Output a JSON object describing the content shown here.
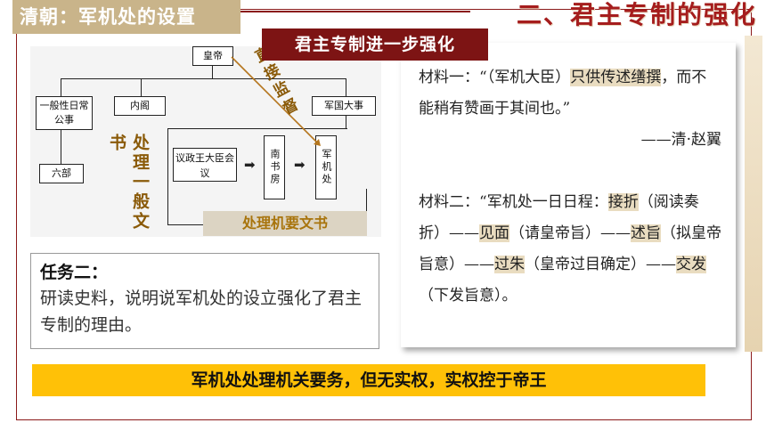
{
  "header": {
    "left_title": "清朝：军机处的设置",
    "section_title": "二、君主专制的强化"
  },
  "banner": "君主专制进一步强化",
  "diagram": {
    "emperor": "皇帝",
    "branch_left": "一般性日常公事",
    "inner_cabinet": "内阁",
    "grand_affairs": "军国大事",
    "six_ministries": "六部",
    "council": "议政王大臣会议",
    "south_study": "南书房",
    "grand_council": "军机处",
    "handle_general": "处理一般文书",
    "handle_key": "处理机要文书",
    "direct_supervision": "直接监督"
  },
  "task": {
    "title": "任务二：",
    "body": "研读史料，说明说军机处的设立强化了君主专制的理由。"
  },
  "material1": {
    "intro": "材料一：“（军机大臣）",
    "hl1": "只供传述缮撰",
    "mid": "，而不能稍有赞画于其间也",
    "end": "。”",
    "source": "——清·赵翼"
  },
  "material2": {
    "intro": "材料二：“军机处一日日程：",
    "s1": "接折",
    "t1": "（阅读奏折）——",
    "s2": "见面",
    "t2": "（请皇帝旨）——",
    "s3": "述旨",
    "t3": "（拟皇帝旨意）——",
    "s4": "过朱",
    "t4": "（皇帝过目确定）——",
    "s5": "交发",
    "t5": "（下发旨意）。"
  },
  "conclusion": "军机处处理机关要务，但无实权，实权控于帝王"
}
